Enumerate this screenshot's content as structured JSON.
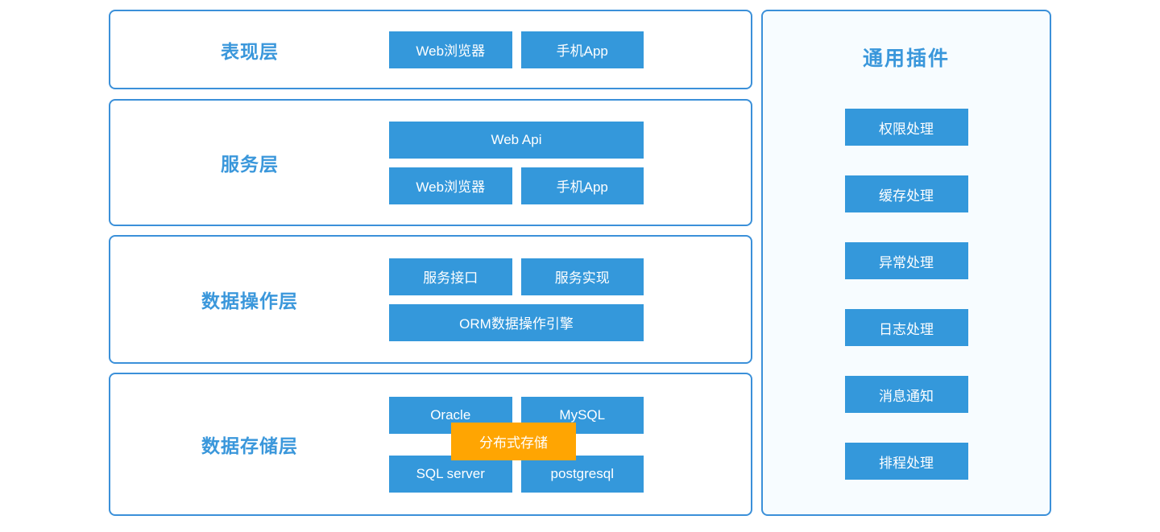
{
  "colors": {
    "node_blue": "#3498db",
    "accent_orange": "#ffa502",
    "border_blue": "#3b90d9",
    "title_blue": "#3a97db",
    "panel_bg": "#f7fcff",
    "node_text": "#ffffff"
  },
  "layers": [
    {
      "title": "表现层",
      "rows": [
        [
          "Web浏览器",
          "手机App"
        ]
      ]
    },
    {
      "title": "服务层",
      "rows": [
        [
          "Web Api"
        ],
        [
          "Web浏览器",
          "手机App"
        ]
      ]
    },
    {
      "title": "数据操作层",
      "rows": [
        [
          "服务接口",
          "服务实现"
        ],
        [
          "ORM数据操作引擎"
        ]
      ]
    },
    {
      "title": "数据存储层",
      "rows": [
        [
          "Oracle",
          "MySQL"
        ],
        [
          "SQL server",
          "postgresql"
        ]
      ],
      "overlay": "分布式存储"
    }
  ],
  "plugins": {
    "title": "通用插件",
    "items": [
      "权限处理",
      "缓存处理",
      "异常处理",
      "日志处理",
      "消息通知",
      "排程处理"
    ]
  }
}
